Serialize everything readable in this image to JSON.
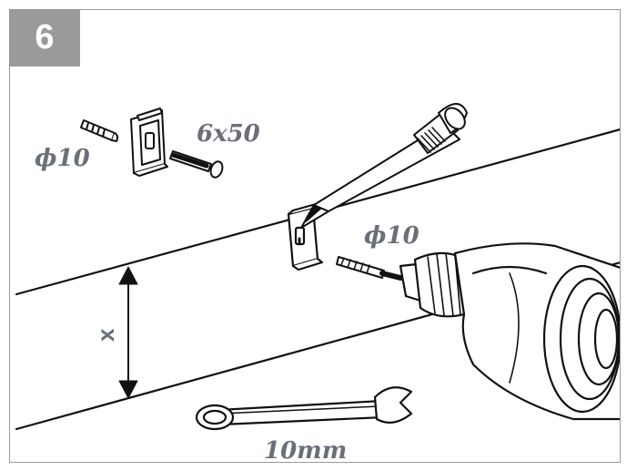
{
  "step": {
    "number": "6"
  },
  "labels": {
    "plug_diameter": "ϕ10",
    "screw_size": "6x50",
    "drill_bit_diameter": "ϕ10",
    "spanner_size": "10mm",
    "distance": "x"
  },
  "colors": {
    "badge": "#9a9a9a",
    "label": "#6a6f78",
    "line": "#111111"
  }
}
